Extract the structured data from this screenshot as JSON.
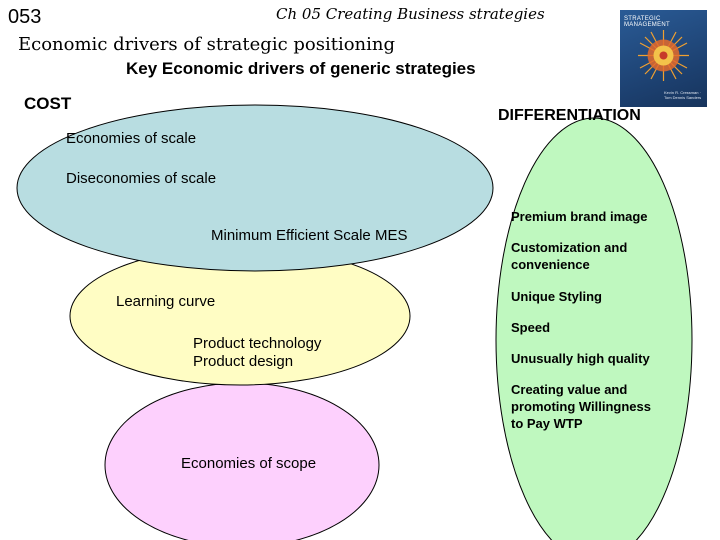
{
  "slide": {
    "number": "053",
    "chapter": "Ch 05 Creating Business strategies",
    "subtitle": "Economic drivers of strategic positioning",
    "key_title": "Key Economic drivers of generic strategies"
  },
  "book_cover": {
    "title": "STRATEGIC MANAGEMENT",
    "authors": "Kevin R. Cressman · Tom Dennis Sanders"
  },
  "cost": {
    "label": "COST",
    "drivers": [
      "Economies of scale",
      "Diseconomies of scale",
      "Minimum Efficient Scale MES",
      "Learning curve",
      "Product technology",
      "Product design",
      "Economies of scope"
    ]
  },
  "differentiation": {
    "label": "DIFFERENTIATION",
    "drivers": [
      "Premium brand image",
      "Customization and convenience",
      "Unique Styling",
      "Speed",
      "Unusually high quality",
      "Creating value and promoting Willingness to Pay WTP"
    ]
  },
  "colors": {
    "cost_top_oval": "#b8dde1",
    "cost_middle_oval": "#fffdc4",
    "cost_bottom_oval": "#fdd0fd",
    "differentiation_oval": "#bff8bf",
    "oval_stroke": "#000000"
  }
}
